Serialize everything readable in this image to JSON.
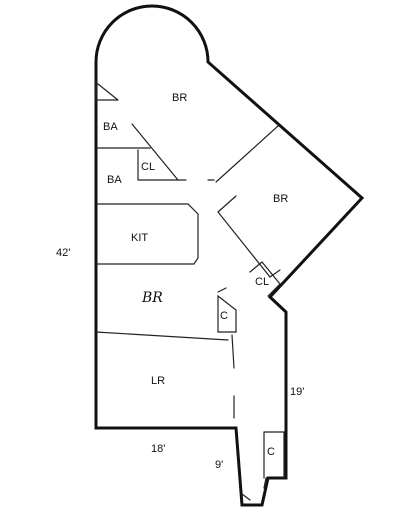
{
  "floor_plan": {
    "rooms": {
      "br_top": "BR",
      "br_right": "BR",
      "ba_upper": "BA",
      "ba_lower": "BA",
      "cl_upper": "CL",
      "cl_right": "CL",
      "kit": "KIT",
      "br_hand": "BR",
      "c_mid": "C",
      "lr": "LR",
      "c_bottom": "C"
    },
    "dimensions": {
      "height_left": "42'",
      "width_bottom": "18'",
      "right_lower": "19'",
      "entry": "9'"
    }
  }
}
